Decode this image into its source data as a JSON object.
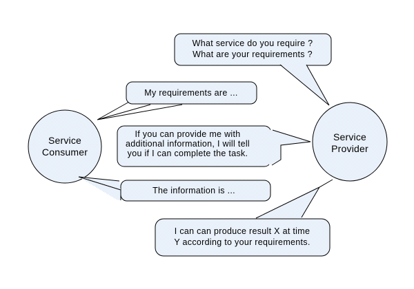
{
  "actors": {
    "consumer": {
      "line1": "Service",
      "line2": "Consumer"
    },
    "provider": {
      "line1": "Service",
      "line2": "Provider"
    }
  },
  "bubbles": {
    "b1": {
      "speaker": "provider",
      "line1": "What service do you require ?",
      "line2": "What are your requirements ?"
    },
    "b2": {
      "speaker": "consumer",
      "line1": "My requirements are ..."
    },
    "b3": {
      "speaker": "consumer",
      "line1": "If you can provide me with",
      "line2": "additional information, I will tell",
      "line3": "you if I can complete the task."
    },
    "b4": {
      "speaker": "consumer",
      "line1": "The information is ..."
    },
    "b5": {
      "speaker": "provider",
      "line1": "I can can produce result X at time",
      "line2": "Y according to your requirements."
    }
  },
  "colors": {
    "stroke": "#000000",
    "bubble_fill_dot": "#d3e2f5",
    "background": "#ffffff",
    "text": "#000000"
  }
}
